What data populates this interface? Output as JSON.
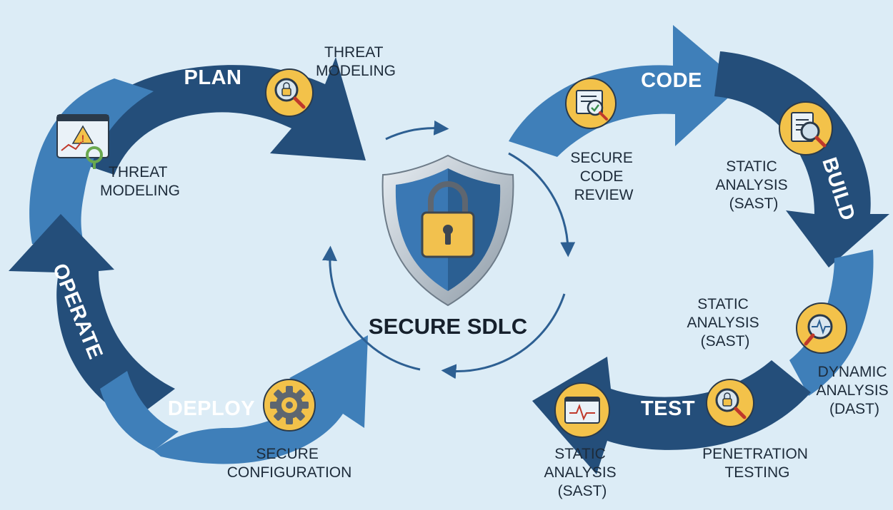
{
  "title": "SECURE SDLC",
  "colors": {
    "background": "#dcecf6",
    "dark_arrow": "#244e7a",
    "light_arrow": "#3f7fb9",
    "icon_badge": "#f3c24a",
    "lock": "#f2c14e",
    "shield": "#3a78b4"
  },
  "stages": {
    "plan": "PLAN",
    "code": "CODE",
    "build": "BUILD",
    "test": "TEST",
    "deploy": "DEPLOY",
    "operate": "OPERATE"
  },
  "notes": {
    "plan_threat": [
      "THREAT",
      "MODELING"
    ],
    "left_threat": [
      "THREAT",
      "MODELING"
    ],
    "code_review": [
      "SECURE",
      "CODE",
      "REVIEW"
    ],
    "build_sast": [
      "STATIC",
      "ANALYSIS",
      "(SAST)"
    ],
    "right_sast": [
      "STATIC",
      "ANALYSIS",
      "(SAST)"
    ],
    "dast": [
      "DYNAMIC",
      "ANALYSIS",
      "(DAST)"
    ],
    "pentest": [
      "PENETRATION",
      "TESTING"
    ],
    "test_sast": [
      "STATIC",
      "ANALYSIS",
      "(SAST)"
    ],
    "deploy_config": [
      "SECURE",
      "CONFIGURATION"
    ]
  },
  "icons": {
    "plan": "lock-magnifier-icon",
    "left": "warning-monitor-icon",
    "code": "code-review-icon",
    "build": "document-magnifier-icon",
    "dast": "pulse-magnifier-icon",
    "test": "lock-magnifier-icon",
    "test_sast": "pulse-monitor-icon",
    "deploy": "gear-icon",
    "center": "shield-lock-icon"
  }
}
